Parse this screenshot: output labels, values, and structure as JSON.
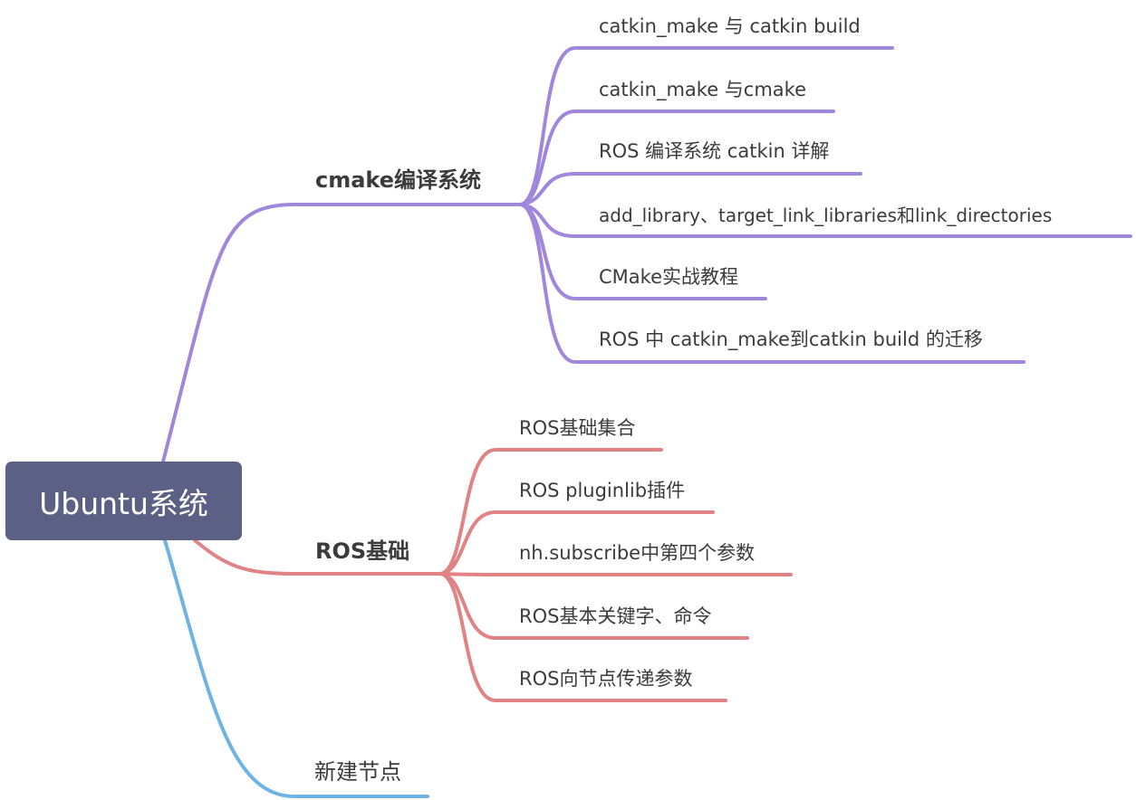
{
  "root": {
    "label": "Ubuntu系统",
    "color": "#5b6084"
  },
  "branches": [
    {
      "label": "cmake编译系统",
      "color": "#a087db",
      "children": [
        "catkin_make 与 catkin build",
        "catkin_make 与cmake",
        "ROS 编译系统 catkin 详解",
        "add_library、target_link_libraries和link_directories",
        "CMake实战教程",
        "ROS 中 catkin_make到catkin build 的迁移"
      ]
    },
    {
      "label": "ROS基础",
      "color": "#e18284",
      "children": [
        "ROS基础集合",
        "ROS pluginlib插件",
        "nh.subscribe中第四个参数",
        "ROS基本关键字、命令",
        "ROS向节点传递参数"
      ]
    },
    {
      "label": "新建节点",
      "color": "#6fb2e4",
      "children": []
    }
  ]
}
